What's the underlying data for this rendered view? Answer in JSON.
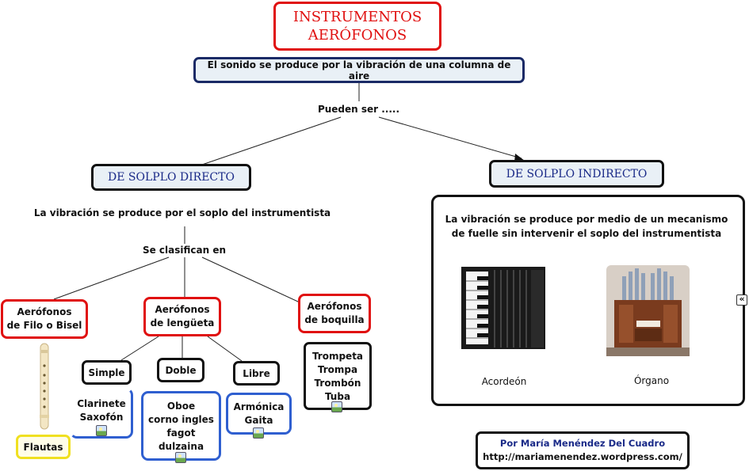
{
  "title": {
    "line1": "INSTRUMENTOS",
    "line2": "AERÓFONOS"
  },
  "definition": "El sonido se produce por la vibración de una columna de aire",
  "pueden_ser": "Pueden ser .....",
  "directo": {
    "title": "DE SOLPLO DIRECTO",
    "description": "La vibración se produce por el soplo del instrumentista",
    "clasifican": "Se  clasifican en",
    "filo": {
      "line1": "Aerófonos",
      "line2": "de Filo o Bisel",
      "example": "Flautas"
    },
    "lengueta": {
      "line1": "Aerófonos",
      "line2": "de lengüeta",
      "simple": {
        "label": "Simple",
        "examples": [
          "Clarinete",
          "Saxofón"
        ]
      },
      "doble": {
        "label": "Doble",
        "examples": [
          "Oboe",
          "corno ingles",
          "fagot",
          "dulzaina"
        ]
      },
      "libre": {
        "label": "Libre",
        "examples": [
          "Armónica",
          "Gaita"
        ]
      }
    },
    "boquilla": {
      "line1": "Aerófonos",
      "line2": "de boquilla",
      "examples": [
        "Trompeta",
        "Trompa",
        "Trombón",
        "Tuba"
      ]
    }
  },
  "indirecto": {
    "title": "DE SOLPLO INDIRECTO",
    "description_line1": "La vibración se produce por medio de un mecanismo",
    "description_line2": "de fuelle sin intervenir el soplo del instrumentista",
    "acordeon_caption": "Acordeón",
    "organo_caption": "Órgano"
  },
  "author": {
    "line1": "Por María Menéndez Del Cuadro",
    "line2": "http://mariamenendez.wordpress.com/"
  },
  "collapse_glyph": "«"
}
